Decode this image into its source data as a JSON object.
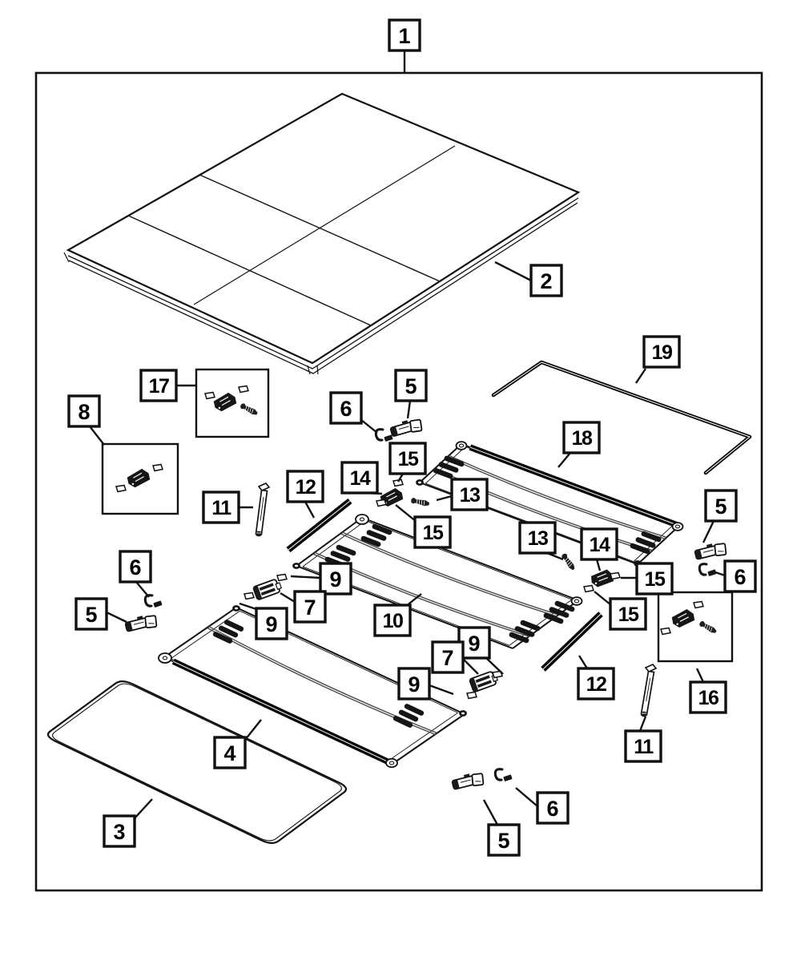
{
  "diagram": {
    "kind": "exploded-parts-diagram",
    "colors": {
      "background": "#ffffff",
      "line": "#000000",
      "callout_border": "#000000",
      "callout_fill": "#ffffff",
      "bow_gray": "#4a4a4a",
      "part_dark": "#161616"
    },
    "callouts": [
      "1",
      "2",
      "17",
      "8",
      "6",
      "5",
      "15",
      "14",
      "12",
      "11",
      "13",
      "18",
      "19",
      "13",
      "14",
      "5",
      "6",
      "5",
      "15",
      "15",
      "15",
      "9",
      "7",
      "9",
      "10",
      "9",
      "7",
      "9",
      "16",
      "12",
      "11",
      "4",
      "3",
      "6",
      "6",
      "5"
    ],
    "part_numbers_shown": [
      "1",
      "2",
      "3",
      "4",
      "5",
      "6",
      "7",
      "8",
      "9",
      "10",
      "11",
      "12",
      "13",
      "14",
      "15",
      "16",
      "17",
      "18",
      "19"
    ]
  }
}
